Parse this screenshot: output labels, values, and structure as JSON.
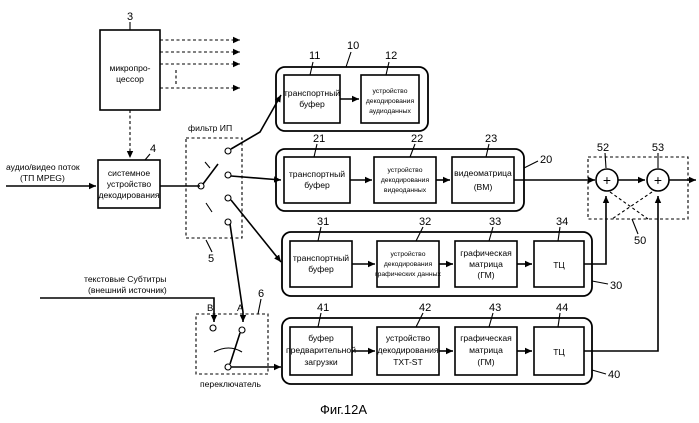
{
  "caption": "Фиг.12А",
  "input_label_1": "аудио/видео поток",
  "input_label_2": "(ТП MPEG)",
  "subtitle_label_1": "текстовые Субтитры",
  "subtitle_label_2": "(внешний источник)",
  "filter_label": "фильтр ИП",
  "switch_label": "переключатель",
  "switch_A": "A",
  "switch_B": "B",
  "micro": {
    "num": "3",
    "line1": "микропро-",
    "line2": "цессор"
  },
  "sysdec": {
    "num": "4",
    "line1": "системное",
    "line2": "устройство",
    "line3": "декодирования"
  },
  "filter_num": "5",
  "switch_num": "6",
  "audio_group": {
    "num": "10",
    "buffer": {
      "num": "11",
      "line1": "транспортный",
      "line2": "буфер"
    },
    "decoder": {
      "num": "12",
      "line1": "устройство",
      "line2": "декодирования",
      "line3": "аудиоданных"
    }
  },
  "video_group": {
    "num": "20",
    "buffer": {
      "num": "21",
      "line1": "транспортный",
      "line2": "буфер"
    },
    "decoder": {
      "num": "22",
      "line1": "устройство",
      "line2": "декодирования",
      "line3": "видеоданных"
    },
    "matrix": {
      "num": "23",
      "line1": "видеоматрица",
      "line2": "(ВМ)"
    }
  },
  "graphics_group": {
    "num": "30",
    "buffer": {
      "num": "31",
      "line1": "транспортный",
      "line2": "буфер"
    },
    "decoder": {
      "num": "32",
      "line1": "устройство",
      "line2": "декодирования",
      "line3": "графических данных"
    },
    "matrix": {
      "num": "33",
      "line1": "графическая",
      "line2": "матрица",
      "line3": "(ГМ)"
    },
    "clut": {
      "num": "34",
      "label": "ТЦ"
    }
  },
  "text_group": {
    "num": "40",
    "buffer": {
      "num": "41",
      "line1": "буфер",
      "line2": "предварительной",
      "line3": "загрузки"
    },
    "decoder": {
      "num": "42",
      "line1": "устройство",
      "line2": "декодирования",
      "line3": "TXT-ST"
    },
    "matrix": {
      "num": "43",
      "line1": "графическая",
      "line2": "матрица",
      "line3": "(ГМ)"
    },
    "clut": {
      "num": "44",
      "label": "ТЦ"
    }
  },
  "mixer": {
    "num": "50",
    "adder1_num": "52",
    "adder2_num": "53",
    "plus": "+"
  }
}
